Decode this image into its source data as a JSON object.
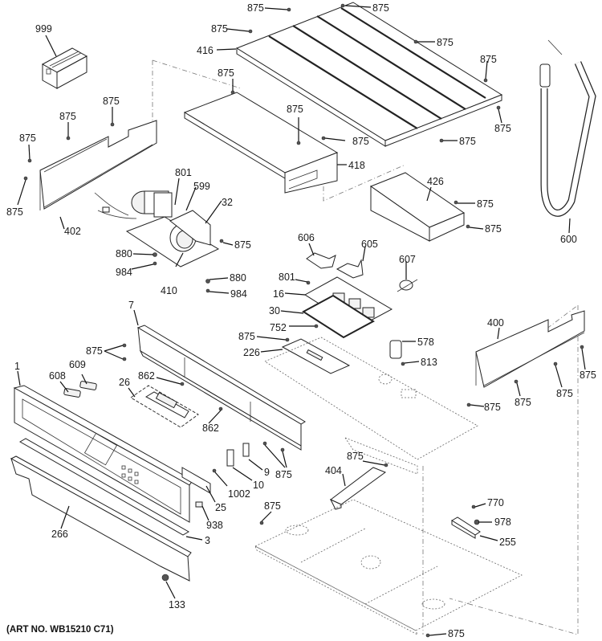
{
  "diagram": {
    "type": "exploded-parts-diagram",
    "art_number": "(ART NO. WB15210 C71)",
    "callouts": [
      {
        "id": "c999a",
        "text": "999",
        "part": "kit-box"
      },
      {
        "id": "c875_top1",
        "text": "875",
        "part": "screw"
      },
      {
        "id": "c875_top2",
        "text": "875",
        "part": "screw"
      },
      {
        "id": "c875_top3",
        "text": "875",
        "part": "screw"
      },
      {
        "id": "c416",
        "text": "416",
        "part": "top-cover"
      },
      {
        "id": "c875_top4",
        "text": "875",
        "part": "screw"
      },
      {
        "id": "c875_top5",
        "text": "875",
        "part": "screw"
      },
      {
        "id": "c875_top6",
        "text": "875",
        "part": "screw"
      },
      {
        "id": "c875_top7",
        "text": "875",
        "part": "screw"
      },
      {
        "id": "c875_418a",
        "text": "875",
        "part": "screw"
      },
      {
        "id": "c875_418b",
        "text": "875",
        "part": "screw"
      },
      {
        "id": "c875_418c",
        "text": "875",
        "part": "screw"
      },
      {
        "id": "c418",
        "text": "418",
        "part": "duct-cover"
      },
      {
        "id": "c875_402a",
        "text": "875",
        "part": "screw"
      },
      {
        "id": "c875_402b",
        "text": "875",
        "part": "screw"
      },
      {
        "id": "c875_402c",
        "text": "875",
        "part": "screw"
      },
      {
        "id": "c875_402d",
        "text": "875",
        "part": "screw"
      },
      {
        "id": "c402",
        "text": "402",
        "part": "side-panel-left"
      },
      {
        "id": "c801a",
        "text": "801",
        "part": "thermostat"
      },
      {
        "id": "c599",
        "text": "599",
        "part": "sensor"
      },
      {
        "id": "c32",
        "text": "32",
        "part": "blower-fan"
      },
      {
        "id": "c875_fan",
        "text": "875",
        "part": "screw"
      },
      {
        "id": "c880a",
        "text": "880",
        "part": "grommet"
      },
      {
        "id": "c984a",
        "text": "984",
        "part": "screw"
      },
      {
        "id": "c880b",
        "text": "880",
        "part": "grommet"
      },
      {
        "id": "c984b",
        "text": "984",
        "part": "screw"
      },
      {
        "id": "c410",
        "text": "410",
        "part": "fan-bracket"
      },
      {
        "id": "c426",
        "text": "426",
        "part": "bracket"
      },
      {
        "id": "c875_426a",
        "text": "875",
        "part": "screw"
      },
      {
        "id": "c875_426b",
        "text": "875",
        "part": "screw"
      },
      {
        "id": "c600",
        "text": "600",
        "part": "conduit"
      },
      {
        "id": "c606",
        "text": "606",
        "part": "harness"
      },
      {
        "id": "c605",
        "text": "605",
        "part": "harness"
      },
      {
        "id": "c607",
        "text": "607",
        "part": "relay"
      },
      {
        "id": "c801b",
        "text": "801",
        "part": "screw"
      },
      {
        "id": "c16",
        "text": "16",
        "part": "control-board"
      },
      {
        "id": "c30",
        "text": "30",
        "part": "board-tray"
      },
      {
        "id": "c752",
        "text": "752",
        "part": "standoff"
      },
      {
        "id": "c875_226",
        "text": "875",
        "part": "screw"
      },
      {
        "id": "c226",
        "text": "226",
        "part": "shield"
      },
      {
        "id": "c578",
        "text": "578",
        "part": "capacitor"
      },
      {
        "id": "c813",
        "text": "813",
        "part": "screw"
      },
      {
        "id": "c400",
        "text": "400",
        "part": "side-panel-right"
      },
      {
        "id": "c875_400a",
        "text": "875",
        "part": "screw"
      },
      {
        "id": "c875_400b",
        "text": "875",
        "part": "screw"
      },
      {
        "id": "c875_400c",
        "text": "875",
        "part": "screw"
      },
      {
        "id": "c7",
        "text": "7",
        "part": "control-bracket"
      },
      {
        "id": "c875_7",
        "text": "875",
        "part": "screw"
      },
      {
        "id": "c1",
        "text": "1",
        "part": "control-panel"
      },
      {
        "id": "c608",
        "text": "608",
        "part": "clip"
      },
      {
        "id": "c609",
        "text": "609",
        "part": "clip"
      },
      {
        "id": "c26",
        "text": "26",
        "part": "touch-control"
      },
      {
        "id": "c862a",
        "text": "862",
        "part": "screw"
      },
      {
        "id": "c862b",
        "text": "862",
        "part": "screw"
      },
      {
        "id": "c875_shelf",
        "text": "875",
        "part": "screw"
      },
      {
        "id": "c875_7b",
        "text": "875",
        "part": "screw"
      },
      {
        "id": "c9",
        "text": "9",
        "part": "switch"
      },
      {
        "id": "c10",
        "text": "10",
        "part": "switch"
      },
      {
        "id": "c1002",
        "text": "1002",
        "part": "screw"
      },
      {
        "id": "c25",
        "text": "25",
        "part": "bracket"
      },
      {
        "id": "c938",
        "text": "938",
        "part": "latch"
      },
      {
        "id": "c3",
        "text": "3",
        "part": "trim-clip"
      },
      {
        "id": "c266",
        "text": "266",
        "part": "trim"
      },
      {
        "id": "c133",
        "text": "133",
        "part": "bumper"
      },
      {
        "id": "c404",
        "text": "404",
        "part": "channel"
      },
      {
        "id": "c875_404",
        "text": "875",
        "part": "screw"
      },
      {
        "id": "c875_base",
        "text": "875",
        "part": "screw"
      },
      {
        "id": "c770",
        "text": "770",
        "part": "screw"
      },
      {
        "id": "c978",
        "text": "978",
        "part": "nut"
      },
      {
        "id": "c255",
        "text": "255",
        "part": "terminal-block"
      },
      {
        "id": "c875_bottom",
        "text": "875",
        "part": "screw"
      }
    ]
  }
}
